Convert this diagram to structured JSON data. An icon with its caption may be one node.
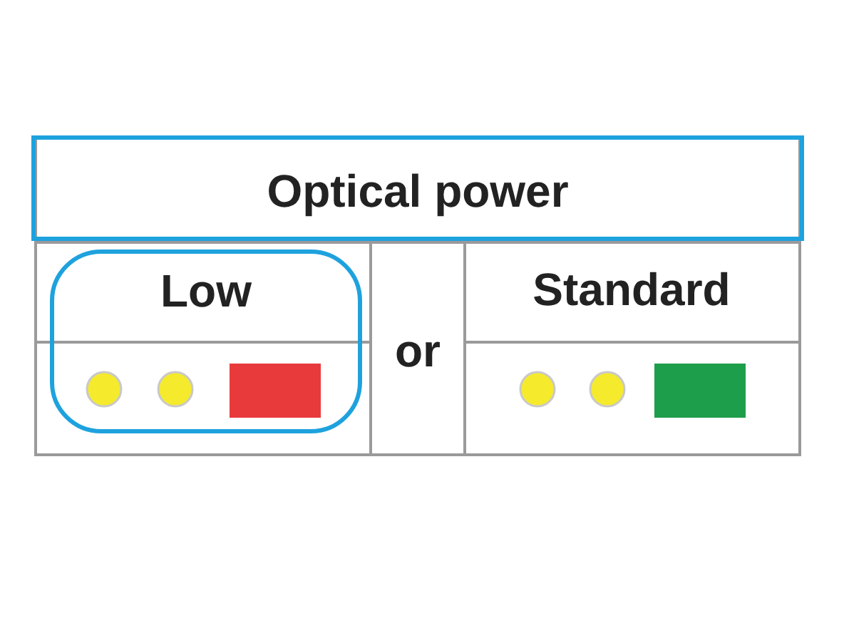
{
  "diagram": {
    "nodes": [
      {
        "text": [
          "Optical power"
        ]
      },
      {
        "text": [
          "Low"
        ]
      }
    ],
    "labels": [
      "or",
      "Standard"
    ]
  }
}
